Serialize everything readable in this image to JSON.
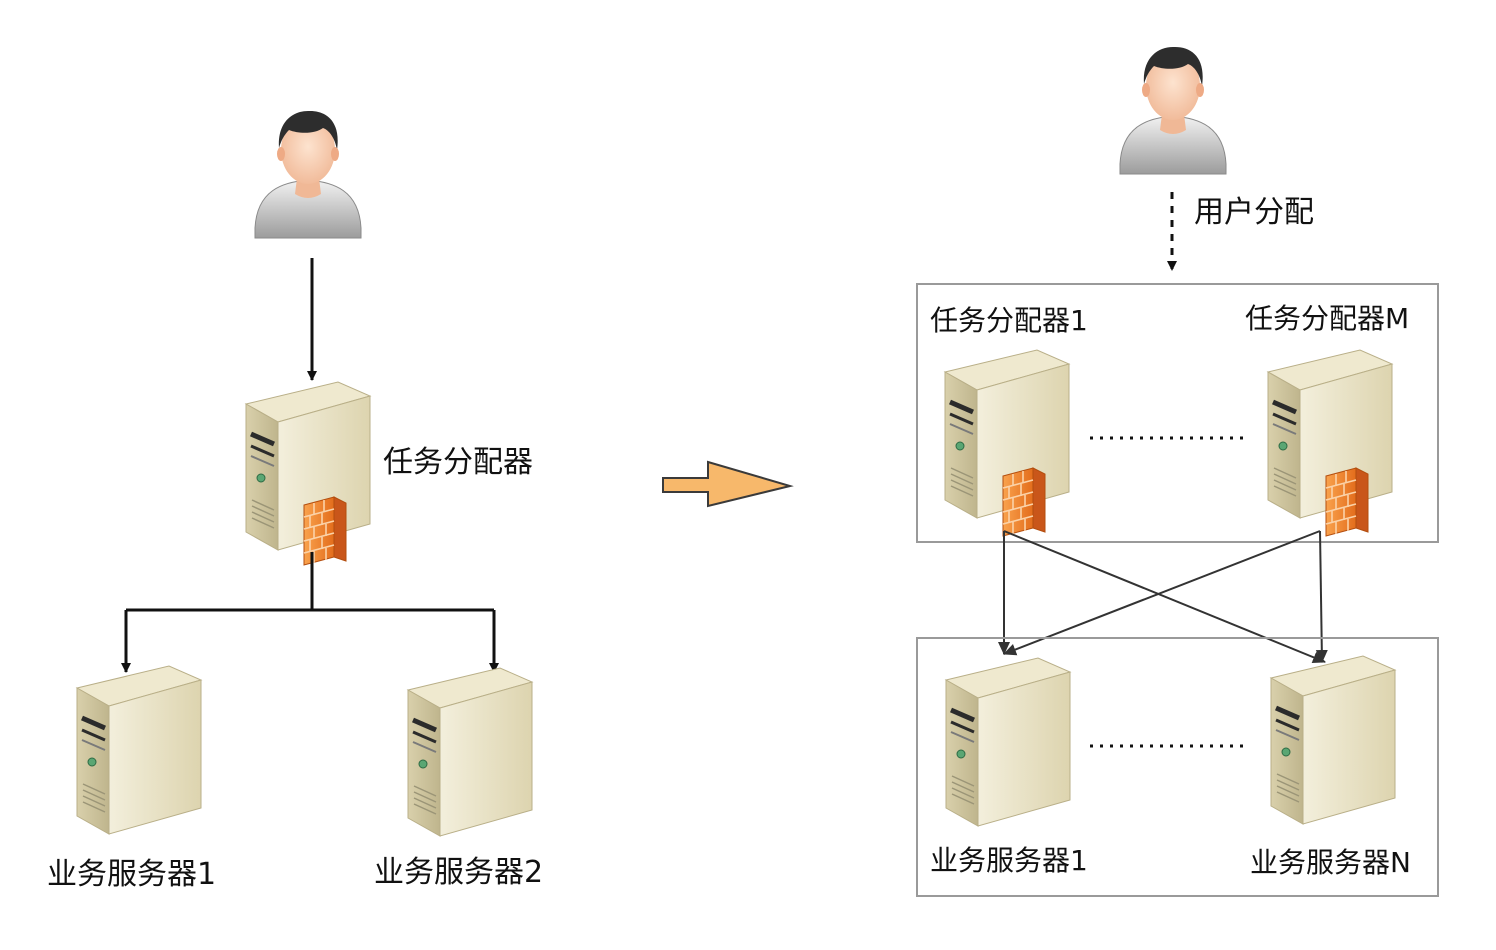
{
  "left": {
    "dispatcher_label": "任务分配器",
    "server1_label": "业务服务器1",
    "server2_label": "业务服务器2"
  },
  "right": {
    "user_assign_label": "用户分配",
    "dispatcher1_label": "任务分配器1",
    "dispatcherM_label": "任务分配器M",
    "server1_label": "业务服务器1",
    "serverN_label": "业务服务器N"
  },
  "colors": {
    "arrow_fill": "#f7b86b",
    "arrow_stroke": "#3a3a3a",
    "server_face": "#e8e2c4",
    "server_side": "#cfc6a0",
    "firewall": "#f08a2e",
    "box_border": "#9a9a9a"
  },
  "icons": [
    "user-icon",
    "server-icon",
    "firewall-icon",
    "transition-arrow-icon"
  ]
}
